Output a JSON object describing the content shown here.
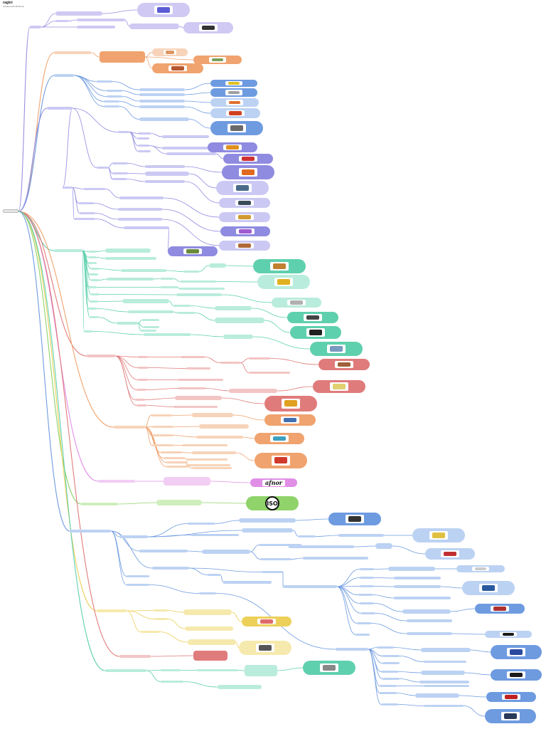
{
  "header": {
    "title": "ragini",
    "subtitle": "Created with Mindomo"
  },
  "root_label": "",
  "branches": [
    {
      "id": "b1",
      "color": "#9b8fe0",
      "light": "#cfc9f3"
    },
    {
      "id": "b2",
      "color": "#f0a36e",
      "light": "#f7d3b9"
    },
    {
      "id": "b3",
      "color": "#6e9be0",
      "light": "#bcd2f3"
    },
    {
      "id": "b4",
      "color": "#8f8be0",
      "light": "#cbc9f3"
    },
    {
      "id": "b5",
      "color": "#5fd0ad",
      "light": "#b9ecdc"
    },
    {
      "id": "b6",
      "color": "#e07b7b",
      "light": "#f3c4c4"
    },
    {
      "id": "b7",
      "color": "#f0a36e",
      "light": "#f7d3b9"
    },
    {
      "id": "b8",
      "color": "#e08ee6",
      "light": "#f2cdf4"
    },
    {
      "id": "b9",
      "color": "#8fd36a",
      "light": "#cfeebd"
    },
    {
      "id": "b10",
      "color": "#6e9be0",
      "light": "#bcd2f3"
    },
    {
      "id": "b11",
      "color": "#ecd05a",
      "light": "#f6e9ad"
    },
    {
      "id": "b12",
      "color": "#e07b7b",
      "light": "#f3c4c4"
    },
    {
      "id": "b13",
      "color": "#5fd0ad",
      "light": "#b9ecdc"
    }
  ],
  "image_nodes": [
    {
      "name": "image-node-1-1",
      "icon": "product-photo-icon",
      "pic_color": "#5b5bd6"
    },
    {
      "name": "image-node-1-2",
      "icon": "product-photo-icon",
      "pic_color": "#333333"
    },
    {
      "name": "image-node-2-1",
      "icon": "product-photo-icon",
      "pic_color": "#e09560"
    },
    {
      "name": "image-node-2-2",
      "icon": "product-photo-icon",
      "pic_color": "#b5562f"
    },
    {
      "name": "image-node-3-1",
      "icon": "product-photo-icon",
      "pic_color": "#7ca05a"
    },
    {
      "name": "image-node-3-2",
      "icon": "product-photo-icon",
      "pic_color": "#e0c020"
    },
    {
      "name": "image-node-3-3",
      "icon": "product-photo-icon",
      "pic_color": "#a0a0a0"
    },
    {
      "name": "image-node-3-4",
      "icon": "product-photo-icon",
      "pic_color": "#e07030"
    },
    {
      "name": "image-node-3-5",
      "icon": "product-photo-icon",
      "pic_color": "#d04020"
    },
    {
      "name": "image-node-4-1",
      "icon": "product-photo-icon",
      "pic_color": "#6a6a6a"
    },
    {
      "name": "image-node-4-2",
      "icon": "product-photo-icon",
      "pic_color": "#e09020"
    },
    {
      "name": "image-node-4-3",
      "icon": "product-photo-icon",
      "pic_color": "#d03030"
    },
    {
      "name": "image-node-4-4",
      "icon": "product-photo-icon",
      "pic_color": "#e06a20"
    },
    {
      "name": "image-node-4-5",
      "icon": "product-photo-icon",
      "pic_color": "#4a6a8a"
    },
    {
      "name": "image-node-4-6",
      "icon": "product-photo-icon",
      "pic_color": "#3a4a5a"
    },
    {
      "name": "image-node-4-7",
      "icon": "product-photo-icon",
      "pic_color": "#d09a30"
    },
    {
      "name": "image-node-4-8",
      "icon": "product-photo-icon",
      "pic_color": "#a05ad0"
    },
    {
      "name": "image-node-4-9",
      "icon": "product-photo-icon",
      "pic_color": "#b06a3a"
    },
    {
      "name": "image-node-5-1",
      "icon": "product-photo-icon",
      "pic_color": "#6a8a3a"
    },
    {
      "name": "image-node-5-2",
      "icon": "product-photo-icon",
      "pic_color": "#c08030"
    },
    {
      "name": "image-node-5-3",
      "icon": "product-photo-icon",
      "pic_color": "#e0b020"
    },
    {
      "name": "image-node-5-4",
      "icon": "product-photo-icon",
      "pic_color": "#b0b0b0"
    },
    {
      "name": "image-node-5-5",
      "icon": "product-photo-icon",
      "pic_color": "#444444"
    },
    {
      "name": "image-node-5-6",
      "icon": "product-photo-icon",
      "pic_color": "#202020"
    },
    {
      "name": "image-node-6-1",
      "icon": "product-photo-icon",
      "pic_color": "#7a9ac0"
    },
    {
      "name": "image-node-6-2",
      "icon": "product-photo-icon",
      "pic_color": "#a0603a"
    },
    {
      "name": "image-node-6-3",
      "icon": "product-photo-icon",
      "pic_color": "#e0d070"
    },
    {
      "name": "image-node-7-1",
      "icon": "product-photo-icon",
      "pic_color": "#e0a020"
    },
    {
      "name": "image-node-7-2",
      "icon": "product-photo-icon",
      "pic_color": "#4070b0"
    },
    {
      "name": "image-node-7-3",
      "icon": "product-photo-icon",
      "pic_color": "#40a0c0"
    },
    {
      "name": "image-node-10-1",
      "icon": "product-photo-icon",
      "pic_color": "#d03a2a"
    },
    {
      "name": "image-node-10-2",
      "icon": "gauge-icon",
      "pic_color": "#333333"
    },
    {
      "name": "image-node-10-3",
      "icon": "product-photo-icon",
      "pic_color": "#e0c040"
    },
    {
      "name": "image-node-10-4",
      "icon": "product-photo-icon",
      "pic_color": "#c03030"
    },
    {
      "name": "image-node-10-5",
      "icon": "product-photo-icon",
      "pic_color": "#cccccc"
    },
    {
      "name": "image-node-10-6",
      "icon": "product-photo-icon",
      "pic_color": "#2a5aa0"
    },
    {
      "name": "image-node-10-7",
      "icon": "product-photo-icon",
      "pic_color": "#b03030"
    },
    {
      "name": "image-node-10-8",
      "icon": "spray-gun-icon",
      "pic_color": "#1a1a1a"
    },
    {
      "name": "image-node-10-9",
      "icon": "spray-gun-icon",
      "pic_color": "#2a4aa0"
    },
    {
      "name": "image-node-10-10",
      "icon": "spray-gun-icon",
      "pic_color": "#1a1a1a"
    },
    {
      "name": "image-node-10-11",
      "icon": "spray-gun-icon",
      "pic_color": "#c02020"
    },
    {
      "name": "image-node-11-1",
      "icon": "product-photo-icon",
      "pic_color": "#2a3a5a"
    },
    {
      "name": "image-node-11-2",
      "icon": "product-photo-icon",
      "pic_color": "#e06a6a"
    },
    {
      "name": "image-node-13-1",
      "icon": "product-photo-icon",
      "pic_color": "#555555"
    }
  ],
  "logos": {
    "afnor": "afnor",
    "iso": "ISO"
  }
}
